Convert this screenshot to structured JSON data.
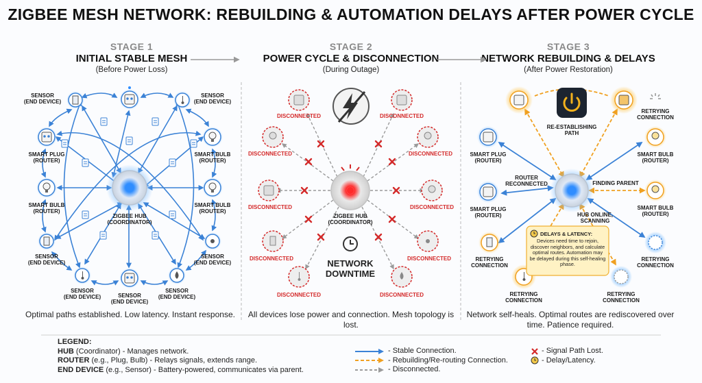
{
  "title": "ZIGBEE MESH NETWORK: REBUILDING & AUTOMATION DELAYS AFTER POWER CYCLE",
  "stages": [
    {
      "num": "STAGE 1",
      "title": "INITIAL STABLE MESH",
      "sub": "(Before Power Loss)",
      "caption": "Optimal paths established. Low latency. Instant response."
    },
    {
      "num": "STAGE 2",
      "title": "POWER CYCLE & DISCONNECTION",
      "sub": "(During Outage)",
      "caption": "All devices lose power and connection. Mesh topology is lost."
    },
    {
      "num": "STAGE 3",
      "title": "NETWORK REBUILDING & DELAYS",
      "sub": "(After Power Restoration)",
      "caption": "Network self-heals. Optimal routes are rediscovered over time. Patience required."
    }
  ],
  "labels": {
    "sensor": "SENSOR",
    "end_device": "(END DEVICE)",
    "smart_plug": "SMART PLUG",
    "smart_bulb": "SMART BULB",
    "router": "(ROUTER)",
    "zigbee_hub": "ZIGBEE HUB",
    "coordinator": "(COORDINATOR)",
    "disconnected": "DISCONNECTED",
    "network": "NETWORK",
    "downtime": "DOWNTIME",
    "re_establishing": "RE-ESTABLISHING",
    "path": "PATH",
    "retrying": "RETRYING",
    "connection": "CONNECTION",
    "router_reconnected_1": "ROUTER",
    "router_reconnected_2": "RECONNECTED",
    "finding_parent": "FINDING PARENT",
    "hub_online": "HUB ONLINE,",
    "scanning": "SCANNING",
    "delays_title": "DELAYS & LATENCY:",
    "delays_text": "Devices need time to rejoin, discover neighbors, and calculate optimal routes. Automation may be delayed during this self-healing phase."
  },
  "legend": {
    "heading": "LEGEND:",
    "hub_key": "HUB",
    "hub_desc": "(Coordinator) - Manages network.",
    "router_key": "ROUTER",
    "router_desc": "(e.g., Plug, Bulb) - Relays signals, extends range.",
    "end_key": "END DEVICE",
    "end_desc": "(e.g., Sensor) - Battery-powered, communicates via parent.",
    "stable": "- Stable Connection.",
    "rebuilding": "- Rebuilding/Re-routing Connection.",
    "disconnected": "- Disconnected.",
    "lost": "- Signal Path Lost.",
    "delay": "- Delay/Latency."
  },
  "colors": {
    "stable": "#3b82d6",
    "rebuilding": "#f0a020",
    "disconnected": "#a0a0a0",
    "lost": "#d42a2a",
    "hub_glow": "#4aa3ff",
    "hub_red": "#ff3030"
  }
}
